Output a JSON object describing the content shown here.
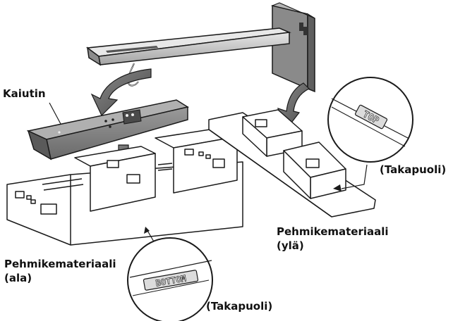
{
  "labels": {
    "speaker": "Kaiutin",
    "back_side_top": "(Takapuoli)",
    "back_side_bottom": "(Takapuoli)",
    "cushion_top_line1": "Pehmikemateriaali",
    "cushion_top_line2": "(ylä)",
    "cushion_bottom_line1": "Pehmikemateriaali",
    "cushion_bottom_line2": "(ala)"
  },
  "stamps": {
    "top": "TOP",
    "bottom": "BOTTOM"
  },
  "colors": {
    "outline": "#1a1a1a",
    "metal_light": "#d4d4d4",
    "metal_mid": "#9a9a9a",
    "metal_dark": "#6e6e6e",
    "speaker_body": "#7d7d7d",
    "arrow": "#5a5a5a",
    "foam": "#ffffff"
  }
}
